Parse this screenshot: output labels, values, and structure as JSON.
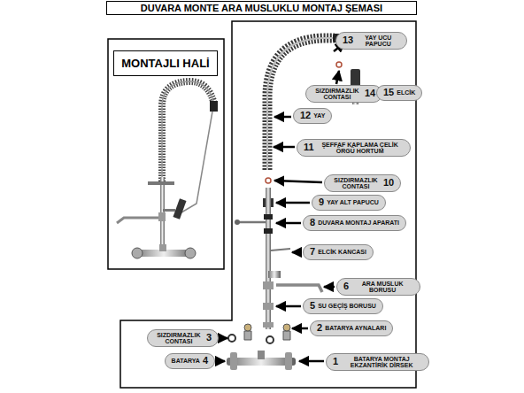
{
  "diagram": {
    "title": "DUVARA MONTE ARA MUSLUKLU MONTAJ ŞEMASI",
    "nodes": [
      {
        "text": [
          "MONTAJLI HALİ"
        ]
      },
      {
        "text": [
          "13",
          "YAY UCU PAPUCU"
        ]
      },
      {
        "text": [
          "SIZDIRMAZLIK CONTASI",
          "14"
        ]
      },
      {
        "text": [
          "15",
          "ELCİK"
        ]
      },
      {
        "text": [
          "12",
          "YAY"
        ]
      },
      {
        "text": [
          "11",
          "ŞEFFAF KAPLAMA ÇELİK ÖRGÜ HORTUM"
        ]
      },
      {
        "text": [
          "SIZDIRMAZLIK CONTASI",
          "10"
        ]
      },
      {
        "text": [
          "9",
          "YAY ALT PAPUCU"
        ]
      },
      {
        "text": [
          "8",
          "DUVARA MONTAJ APARATI"
        ]
      },
      {
        "text": [
          "7",
          "ELCİK KANCASI"
        ]
      },
      {
        "text": [
          "6",
          "ARA MUSLUK BORUSU"
        ]
      },
      {
        "text": [
          "5",
          "SU GEÇİŞ BORUSU"
        ]
      },
      {
        "text": [
          "2",
          "BATARYA AYNALARI"
        ]
      },
      {
        "text": [
          "SIZDIRMAZLIK CONTASI",
          "3"
        ]
      },
      {
        "text": [
          "BATARYA",
          "4"
        ]
      },
      {
        "text": [
          "1",
          "BATARYA MONTAJ EKZANTİRİK DİRSEK"
        ]
      }
    ]
  }
}
